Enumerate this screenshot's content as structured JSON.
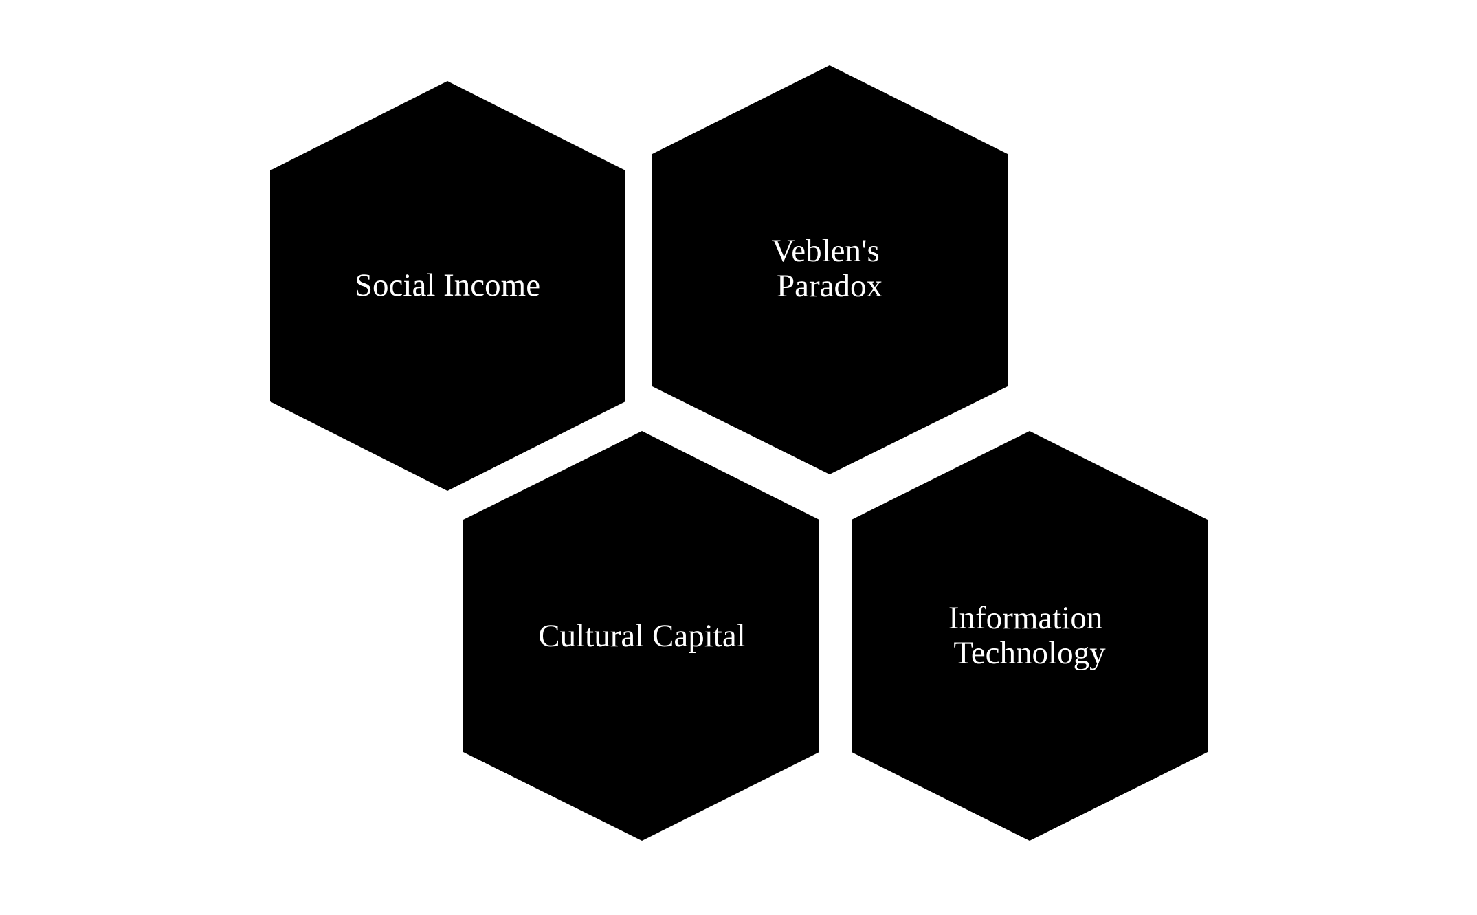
{
  "diagram": {
    "background": "#ffffff",
    "hex_fill": "#000000",
    "text_color": "#ffffff",
    "nodes": [
      {
        "id": "social-income",
        "lines": [
          "Social Income"
        ]
      },
      {
        "id": "veblens-paradox",
        "lines": [
          "Veblen's",
          "Paradox"
        ]
      },
      {
        "id": "cultural-capital",
        "lines": [
          "Cultural Capital"
        ]
      },
      {
        "id": "information-technology",
        "lines": [
          "Information",
          "Technology"
        ]
      }
    ]
  }
}
